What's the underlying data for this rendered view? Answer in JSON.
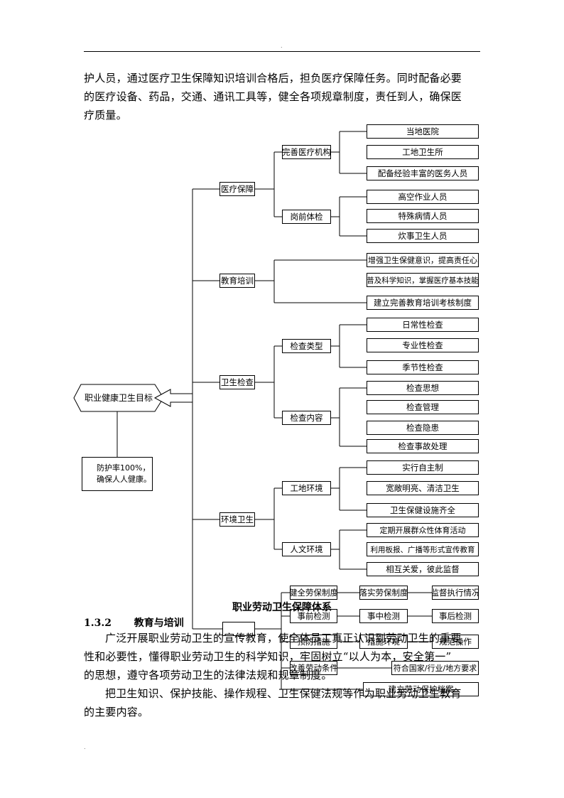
{
  "header_mark": ".",
  "footer_mark": ".",
  "intro_lines": [
    "护人员，通过医疗卫生保障知识培训合格后，担负医疗保障任务。同时配备必要",
    "的医疗设备、药品，交通、通讯工具等，健全各项规章制度，责任到人，确保医",
    "疗质量。"
  ],
  "diagram": {
    "root": "职业健康卫生目标",
    "root_note": [
      "防护率100%，",
      "确保人人健康。"
    ],
    "caption": "职业劳动卫生保障体系",
    "branches": {
      "medical": "医疗保障",
      "edu": "教育培训",
      "inspect": "卫生检查",
      "env": "环境卫生"
    },
    "subs": {
      "institution": "完善医疗机构",
      "pre_check": "岗前体检",
      "check_type": "检查类型",
      "check_content": "检查内容",
      "site_env": "工地环境",
      "human_env": "人文环境"
    },
    "leaves": {
      "local_hospital": "当地医院",
      "site_clinic": "工地卫生所",
      "experienced_staff": "配备经验丰富的医务人员",
      "high_work": "高空作业人员",
      "special_disease": "特殊病情人员",
      "kitchen_staff": "炊事卫生人员",
      "edu_1": "增强卫生保健意识，提高责任心",
      "edu_2": "普及科学知识，掌握医疗基本技能",
      "edu_3": "建立完善教育培训考核制度",
      "daily_check": "日常性检查",
      "pro_check": "专业性检查",
      "season_check": "季节性检查",
      "check_thought": "检查思想",
      "check_manage": "检查管理",
      "check_hazard": "检查隐患",
      "check_accident": "检查事故处理",
      "autonomy": "实行自主制",
      "spacious": "宽敞明亮、清洁卫生",
      "facilities": "卫生保健设施齐全",
      "sports": "定期开展群众性体育活动",
      "broadcast": "利用板报、广播等形式宣传教育",
      "care": "相互关爱，彼此监督"
    },
    "overlap_rows": {
      "r1": [
        "健全劳保制度",
        "落实劳保制度",
        "监督执行情况"
      ],
      "r2": [
        "事前检测",
        "事中检测",
        "事后检测"
      ],
      "r3": [
        "预防措施",
        "措施环境",
        "规范操作"
      ],
      "r4": [
        "改善劳动条件",
        "符合国家/行业/地方要求"
      ],
      "r5": [
        "建立劳动保护档案"
      ]
    }
  },
  "section": {
    "number": "1.3.2",
    "title": "教育与培训"
  },
  "body_lines": [
    "广泛开展职业劳动卫生的宣传教育，使全体员工真正认识到劳动卫生的重要",
    "性和必要性，懂得职业劳动卫生的科学知识，牢固树立“以人为本，安全第一”",
    "的思想，遵守各项劳动卫生的法律法规和规章制度。",
    "把卫生知识、保护技能、操作规程、卫生保健法规等作为职业劳动卫生教育",
    "的主要内容。"
  ]
}
